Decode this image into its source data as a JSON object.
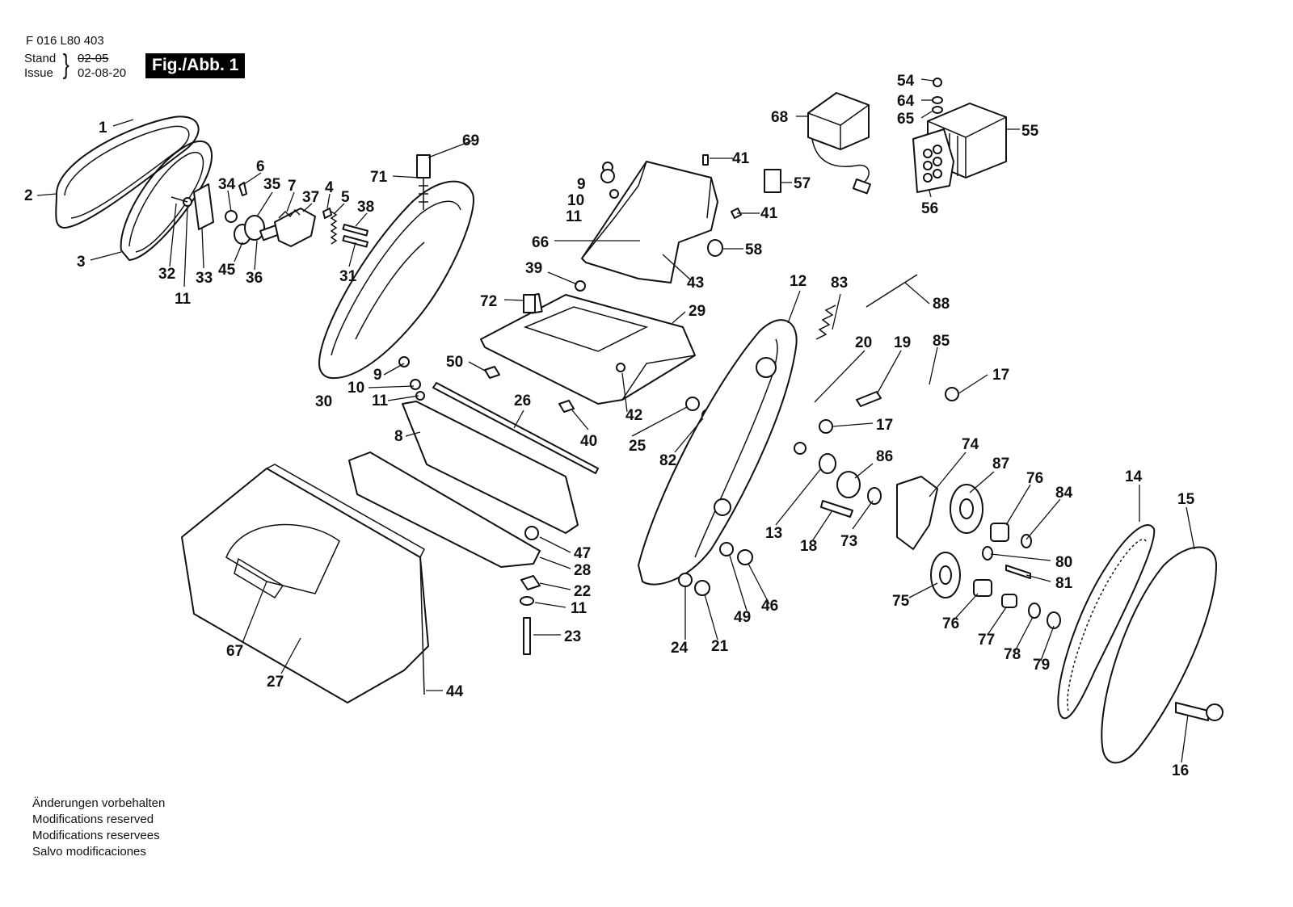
{
  "header": {
    "doc_number": "F 016 L80 403",
    "stand_label": "Stand",
    "issue_label": "Issue",
    "old_date": "02-05",
    "issue_date": "02-08-20",
    "figure_label": "Fig./Abb. 1"
  },
  "callouts": [
    "1",
    "2",
    "3",
    "4",
    "5",
    "6",
    "7",
    "8",
    "9",
    "10",
    "11",
    "12",
    "13",
    "14",
    "15",
    "16",
    "17",
    "18",
    "19",
    "20",
    "21",
    "22",
    "23",
    "24",
    "25",
    "26",
    "27",
    "28",
    "29",
    "30",
    "31",
    "32",
    "33",
    "34",
    "35",
    "36",
    "37",
    "38",
    "39",
    "40",
    "41",
    "42",
    "43",
    "44",
    "45",
    "46",
    "47",
    "49",
    "50",
    "54",
    "55",
    "56",
    "57",
    "58",
    "64",
    "65",
    "66",
    "67",
    "68",
    "69",
    "71",
    "72",
    "73",
    "74",
    "75",
    "76",
    "77",
    "78",
    "79",
    "80",
    "81",
    "82",
    "83",
    "84",
    "85",
    "86",
    "87",
    "88"
  ],
  "footer_notes": [
    "Änderungen vorbehalten",
    "Modifications reserved",
    "Modifications reservees",
    "Salvo modificaciones"
  ]
}
